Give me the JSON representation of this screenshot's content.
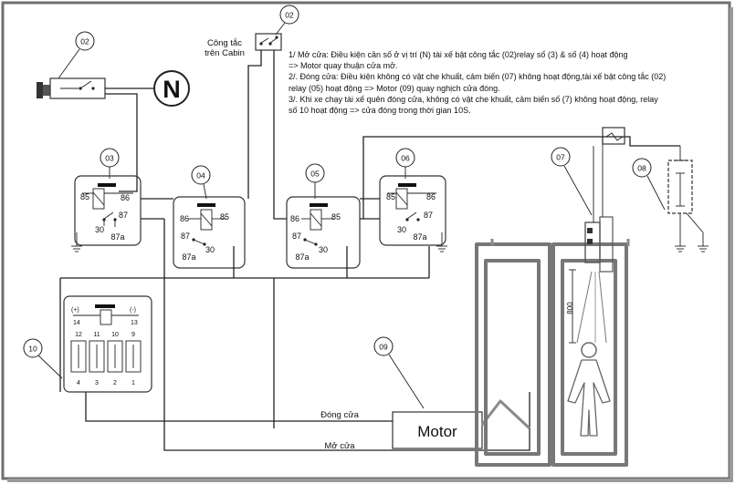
{
  "callouts": {
    "c02_top": "02",
    "c02_left": "02",
    "c03": "03",
    "c04": "04",
    "c05": "05",
    "c06": "06",
    "c07": "07",
    "c08": "08",
    "c09": "09",
    "c10": "10"
  },
  "switch_label": {
    "line1": "Công tắc",
    "line2": "trên Cabin"
  },
  "neutral_symbol": "N",
  "relays": {
    "r03": {
      "t85": "85",
      "t86": "86",
      "t87": "87",
      "t30": "30",
      "t87a": "87a"
    },
    "r04": {
      "t86": "86",
      "t85": "85",
      "t87": "87",
      "t30": "30",
      "t87a": "87a"
    },
    "r05": {
      "t86": "86",
      "t85": "85",
      "t87": "87",
      "t30": "30",
      "t87a": "87a"
    },
    "r06": {
      "t85": "85",
      "t86": "86",
      "t87": "87",
      "t30": "30",
      "t87a": "87a"
    }
  },
  "timer_relay": {
    "minus": "(-)",
    "plus": "(+)",
    "p13": "13",
    "p14": "14",
    "top_pins": [
      "12",
      "11",
      "10",
      "9"
    ],
    "bottom_pins": [
      "4",
      "3",
      "2",
      "1"
    ]
  },
  "motor_label": "Motor",
  "close_line_label": "Đóng cửa",
  "open_line_label": "Mở cửa",
  "dimension_800": "800",
  "notes": [
    "1/ Mở cửa: Điều kiện cần số ở vị trí (N) tài xế bật công tắc (02)relay số (3) & số (4) hoạt động",
    "=> Motor quay thuận cửa mở.",
    "2/. Đóng cửa: Điều kiện không có vật che khuất, cảm biến (07) không hoạt động,tài xế bật công tắc (02)",
    "relay (05) hoạt động => Motor (09) quay nghịch cửa đóng.",
    "3/. Khi xe chạy tài xế quên đóng cửa, không có vật che khuất, cảm biến số (7) không hoạt động, relay",
    "số 10 hoạt động => cửa đóng trong thời gian 10S."
  ],
  "colors": {
    "frame": "#6f6f6f",
    "wire": "#222222",
    "door": "#777777"
  }
}
